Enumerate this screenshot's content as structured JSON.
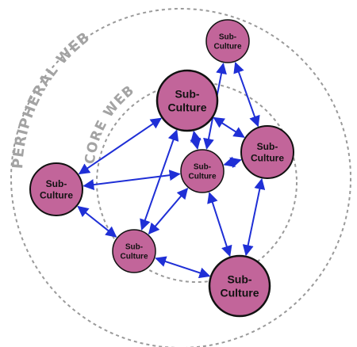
{
  "colors": {
    "node_fill": "#c2659a",
    "node_stroke": "#111111",
    "edge": "#1f2fd6",
    "ring": "#9a9a9a",
    "ring_label": "#a3a3a3"
  },
  "rings": {
    "outer_label": "PERIPHERAL WEB",
    "inner_label": "CORE WEB"
  },
  "nodes": [
    {
      "id": "top-right",
      "line1": "Sub-",
      "line2": "Culture",
      "size": "small"
    },
    {
      "id": "top-center",
      "line1": "Sub-",
      "line2": "Culture",
      "size": "large"
    },
    {
      "id": "right",
      "line1": "Sub-",
      "line2": "Culture",
      "size": "medium"
    },
    {
      "id": "left",
      "line1": "Sub-",
      "line2": "Culture",
      "size": "medium"
    },
    {
      "id": "center",
      "line1": "Sub-",
      "line2": "Culture",
      "size": "small"
    },
    {
      "id": "bottom-left",
      "line1": "Sub-",
      "line2": "Culture",
      "size": "small"
    },
    {
      "id": "bottom-right",
      "line1": "Sub-",
      "line2": "Culture",
      "size": "large"
    }
  ],
  "edges": [
    [
      "top-right",
      "right"
    ],
    [
      "top-right",
      "center"
    ],
    [
      "top-center",
      "center"
    ],
    [
      "top-center",
      "left"
    ],
    [
      "top-center",
      "bottom-left"
    ],
    [
      "top-center",
      "right"
    ],
    [
      "right",
      "center"
    ],
    [
      "right",
      "bottom-right"
    ],
    [
      "left",
      "center"
    ],
    [
      "left",
      "bottom-left"
    ],
    [
      "center",
      "bottom-left"
    ],
    [
      "center",
      "bottom-right"
    ],
    [
      "bottom-left",
      "bottom-right"
    ]
  ]
}
